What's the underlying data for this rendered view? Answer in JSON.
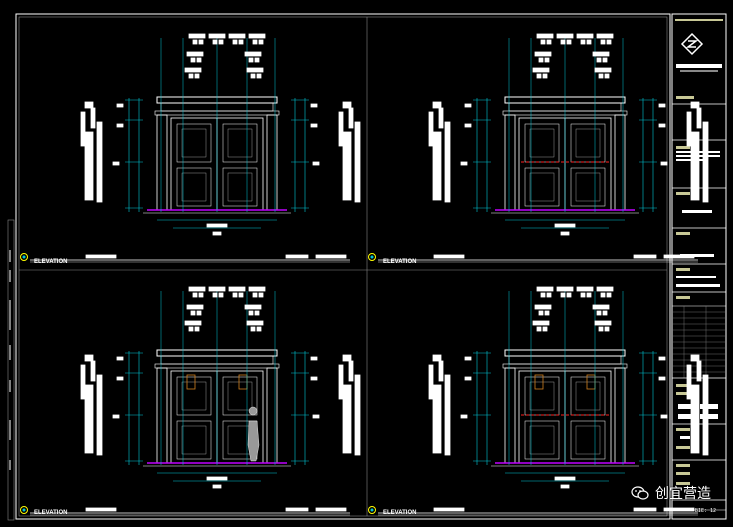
{
  "sheet": {
    "views": [
      {
        "label": "ELEVATION"
      },
      {
        "label": "ELEVATION"
      },
      {
        "label": "ELEVATION"
      },
      {
        "label": "ELEVATION"
      }
    ]
  },
  "title_block": {
    "scale_text": "BIE: 12"
  },
  "watermark": {
    "text": "创宜营造",
    "icon": "wechat-icon"
  },
  "colors": {
    "frame": "#ffffff",
    "cad_cyan": "#00c8d8",
    "cad_red": "#ff2020",
    "cad_magenta": "#c000ff",
    "cad_yellow": "#ffff00",
    "cad_orange": "#d08020",
    "title_olive": "#c8c896"
  }
}
